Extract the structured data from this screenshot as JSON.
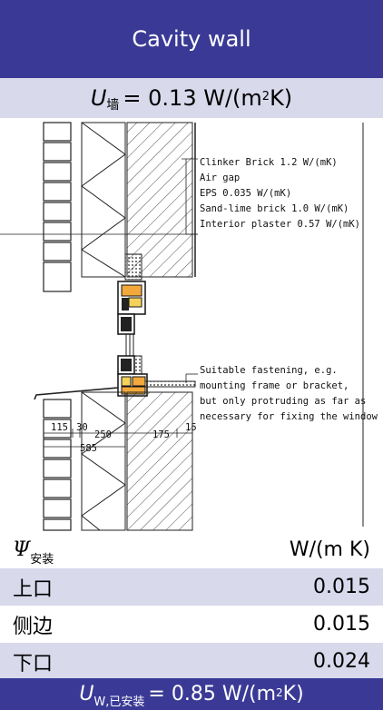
{
  "title": "Cavity wall",
  "u_wall": {
    "symbol": "U",
    "subscript": "墙",
    "equals": " = 0.13 W/(m",
    "exp": "2",
    "close": " K)"
  },
  "drawing": {
    "layers": [
      "Clinker Brick 1.2 W/(mK)",
      "Air gap",
      "EPS 0.035 W/(mK)",
      "Sand-lime brick 1.0 W/(mK)",
      "Interior plaster 0.57 W/(mK)"
    ],
    "fastening_note": [
      "Suitable fastening, e.g.",
      "mounting frame or bracket,",
      "but only protruding as far as",
      "necessary for fixing the window"
    ],
    "dimensions": {
      "d115": "115",
      "d30": "30",
      "d250": "250",
      "d175": "175",
      "d15": "15",
      "d585": "585"
    }
  },
  "psi": {
    "symbol": "Ψ",
    "subscript": "安装",
    "unit": "W/(m K)",
    "rows": [
      {
        "label": "上口",
        "value": "0.015"
      },
      {
        "label": "侧边",
        "value": "0.015"
      },
      {
        "label": "下口",
        "value": "0.024"
      }
    ]
  },
  "u_window": {
    "symbol": "U",
    "subscript": "W,已安装",
    "equals": " = 0.85 W/(m",
    "exp": "2",
    "close": " K)"
  },
  "colors": {
    "header": "#3a3a96",
    "band": "#d9d9ec",
    "insulation_orange": "#f2a83a",
    "fastener_yellow": "#f5d35a"
  }
}
